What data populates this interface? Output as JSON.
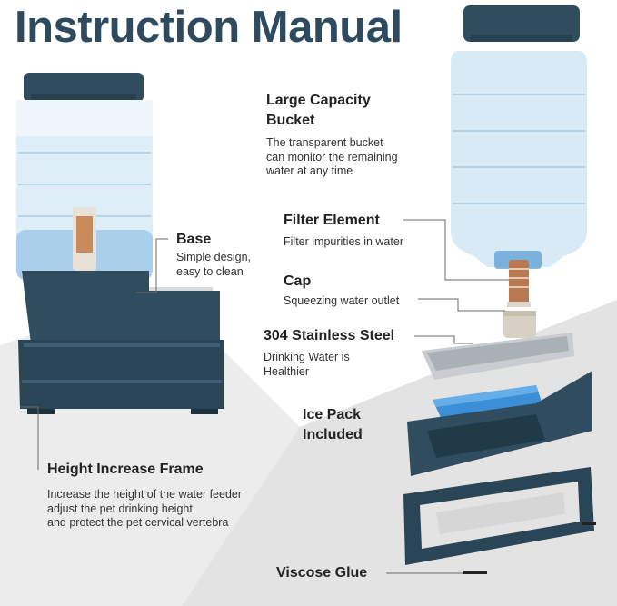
{
  "title": "Instruction Manual",
  "labels": {
    "large_bucket": {
      "heading": [
        "Large Capacity",
        "Bucket"
      ],
      "desc": [
        "The transparent bucket",
        "can monitor the remaining",
        "water at any time"
      ]
    },
    "filter": {
      "heading": "Filter Element",
      "desc": "Filter impurities in water"
    },
    "cap": {
      "heading": "Cap",
      "desc": "Squeezing water outlet"
    },
    "steel": {
      "heading": "304 Stainless Steel",
      "desc": [
        "Drinking Water is",
        "Healthier"
      ]
    },
    "ice": {
      "heading": [
        "Ice Pack",
        "Included"
      ]
    },
    "base": {
      "heading": "Base",
      "desc": [
        "Simple design,",
        "easy to clean"
      ]
    },
    "frame": {
      "heading": "Height Increase Frame",
      "desc": [
        "Increase the height of the water feeder",
        "adjust the pet drinking height",
        "and protect the pet cervical vertebra"
      ]
    },
    "glue": {
      "heading": "Viscose Glue"
    }
  },
  "colors": {
    "navy": "#2e4a5e",
    "dark_teal": "#2f4d5f",
    "ice_blue": "#3a8fd6",
    "floor": "#e9e9e9"
  }
}
